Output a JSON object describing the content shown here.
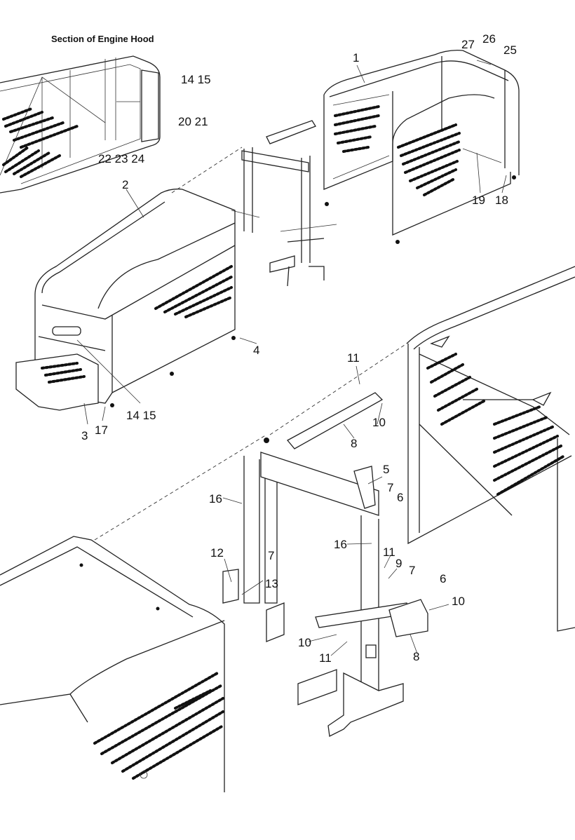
{
  "section_title": "Section of Engine Hood",
  "callouts": [
    {
      "id": "c1",
      "text": "1"
    },
    {
      "id": "c2",
      "text": "2"
    },
    {
      "id": "c3",
      "text": "3"
    },
    {
      "id": "c4",
      "text": "4"
    },
    {
      "id": "c5",
      "text": "5"
    },
    {
      "id": "c6a",
      "text": "6"
    },
    {
      "id": "c6b",
      "text": "6"
    },
    {
      "id": "c7a",
      "text": "7"
    },
    {
      "id": "c7b",
      "text": "7"
    },
    {
      "id": "c7c",
      "text": "7"
    },
    {
      "id": "c8a",
      "text": "8"
    },
    {
      "id": "c8b",
      "text": "8"
    },
    {
      "id": "c9",
      "text": "9"
    },
    {
      "id": "c10a",
      "text": "10"
    },
    {
      "id": "c10b",
      "text": "10"
    },
    {
      "id": "c10c",
      "text": "10"
    },
    {
      "id": "c11a",
      "text": "11"
    },
    {
      "id": "c11b",
      "text": "11"
    },
    {
      "id": "c11c",
      "text": "11"
    },
    {
      "id": "c12",
      "text": "12"
    },
    {
      "id": "c13",
      "text": "13"
    },
    {
      "id": "c1415a",
      "text": "14  15"
    },
    {
      "id": "c1415b",
      "text": "14  15"
    },
    {
      "id": "c16a",
      "text": "16"
    },
    {
      "id": "c16b",
      "text": "16"
    },
    {
      "id": "c17",
      "text": "17"
    },
    {
      "id": "c18",
      "text": "18"
    },
    {
      "id": "c19",
      "text": "19"
    },
    {
      "id": "c2021",
      "text": "20  21"
    },
    {
      "id": "c222324",
      "text": "22  23  24"
    },
    {
      "id": "c25",
      "text": "25"
    },
    {
      "id": "c26",
      "text": "26"
    },
    {
      "id": "c27",
      "text": "27"
    }
  ]
}
